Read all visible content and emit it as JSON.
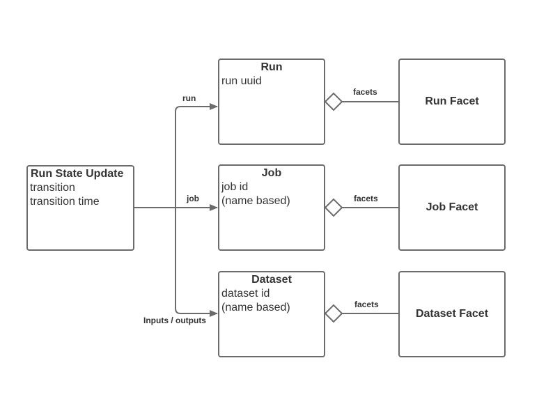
{
  "state_box": {
    "title": "Run State Update",
    "lines": [
      "transition",
      "transition time"
    ]
  },
  "entities": {
    "run": {
      "title": "Run",
      "lines": [
        "run uuid"
      ]
    },
    "job": {
      "title": "Job",
      "lines": [
        "job id",
        "(name based)"
      ]
    },
    "dataset": {
      "title": "Dataset",
      "lines": [
        "dataset id",
        "(name based)"
      ]
    }
  },
  "facets": {
    "run": "Run Facet",
    "job": "Job Facet",
    "dataset": "Dataset Facet"
  },
  "edges": {
    "run": "run",
    "job": "job",
    "dataset": "Inputs / outputs",
    "facets_run": "facets",
    "facets_job": "facets",
    "facets_dataset": "facets"
  },
  "colors": {
    "line": "#6b6b6b",
    "text": "#333333",
    "background": "#ffffff"
  }
}
